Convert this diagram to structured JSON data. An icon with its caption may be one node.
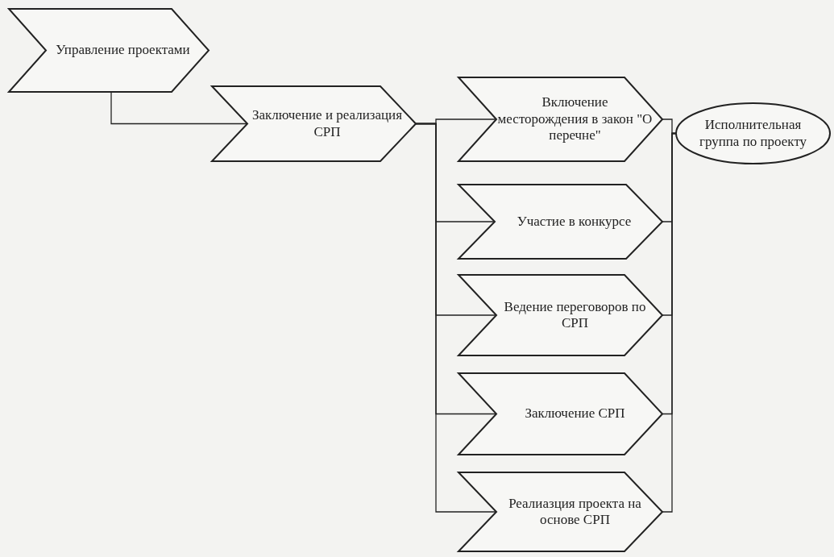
{
  "diagram": {
    "nodes": [
      {
        "text": [
          "Управление проектами"
        ]
      },
      {
        "text": [
          "Заключение и реализация СРП"
        ]
      },
      {
        "text": [
          "Включение месторождения в закон \"О перечне\""
        ]
      },
      {
        "text": [
          "Участие в конкурсе"
        ]
      },
      {
        "text": [
          "Ведение переговоров по СРП"
        ]
      },
      {
        "text": [
          "Заключение СРП"
        ]
      },
      {
        "text": [
          "Реалиазция проекта на основе СРП"
        ]
      },
      {
        "text": [
          "Исполнительная группа по проекту"
        ]
      }
    ],
    "edges": [
      {
        "from": 0,
        "to": 1,
        "arrow": "none"
      },
      {
        "from": 1,
        "to": 2,
        "arrow": "none"
      },
      {
        "from": 1,
        "to": 3,
        "arrow": "none"
      },
      {
        "from": 1,
        "to": 4,
        "arrow": "none"
      },
      {
        "from": 1,
        "to": 5,
        "arrow": "none"
      },
      {
        "from": 1,
        "to": 6,
        "arrow": "none"
      },
      {
        "from": 2,
        "to": 7,
        "arrow": "none"
      },
      {
        "from": 3,
        "to": 7,
        "arrow": "none"
      },
      {
        "from": 4,
        "to": 7,
        "arrow": "none"
      },
      {
        "from": 5,
        "to": 7,
        "arrow": "none"
      },
      {
        "from": 6,
        "to": 7,
        "arrow": "none"
      }
    ]
  }
}
